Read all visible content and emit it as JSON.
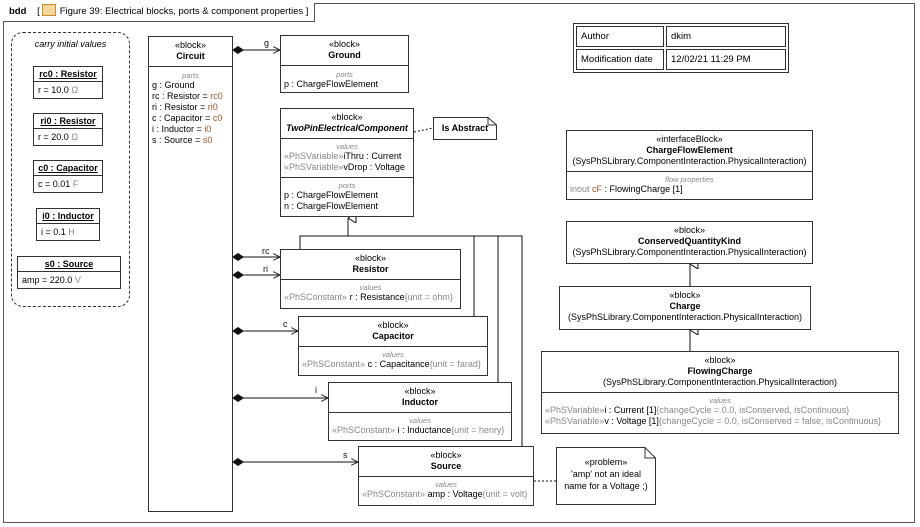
{
  "frame": {
    "kind": "bdd",
    "title": "Figure 39: Electrical blocks, ports & component properties"
  },
  "info_table": {
    "author_label": "Author",
    "author_value": "dkim",
    "date_label": "Modification date",
    "date_value": "12/02/21 11:29 PM"
  },
  "initial_values": {
    "title": "carry initial values",
    "instances": [
      {
        "name": "rc0 : Resistor",
        "prop": "r",
        "value": "10.0",
        "unit": "Ω"
      },
      {
        "name": "ri0 : Resistor",
        "prop": "r",
        "value": "20.0",
        "unit": "Ω"
      },
      {
        "name": "c0 : Capacitor",
        "prop": "c",
        "value": "0.01",
        "unit": "F"
      },
      {
        "name": "i0 : Inductor",
        "prop": "i",
        "value": "0.1",
        "unit": "H"
      },
      {
        "name": "s0 : Source",
        "prop": "amp",
        "value": "220.0",
        "unit": "V"
      }
    ]
  },
  "stereotypes": {
    "block": "«block»",
    "interface_block": "«interfaceBlock»",
    "problem": "«problem»",
    "phs_variable": "«PhSVariable»",
    "phs_constant": "«PhSConstant»"
  },
  "compartments": {
    "parts": "parts",
    "ports": "ports",
    "values": "values",
    "flow_properties": "flow properties"
  },
  "circuit": {
    "name": "Circuit",
    "parts": [
      {
        "name": "g",
        "type": "Ground",
        "init": ""
      },
      {
        "name": "rc",
        "type": "Resistor",
        "init": "rc0"
      },
      {
        "name": "ri",
        "type": "Resistor",
        "init": "ri0"
      },
      {
        "name": "c",
        "type": "Capacitor",
        "init": "c0"
      },
      {
        "name": "i",
        "type": "Inductor",
        "init": "i0"
      },
      {
        "name": "s",
        "type": "Source",
        "init": "s0"
      }
    ]
  },
  "ground": {
    "name": "Ground",
    "port": "p : ChargeFlowElement"
  },
  "two_pin": {
    "name": "TwoPinElectricalComponent",
    "values": [
      {
        "name": "iThru",
        "type": " : Current"
      },
      {
        "name": "vDrop",
        "type": " : Voltage"
      }
    ],
    "ports": [
      "p : ChargeFlowElement",
      "n : ChargeFlowElement"
    ],
    "abstract_note": "Is Abstract"
  },
  "resistor": {
    "name": "Resistor",
    "prop": "r",
    "type": " : Resistance",
    "tag": "{unit = ohm}"
  },
  "capacitor": {
    "name": "Capacitor",
    "prop": "c",
    "type": " : Capacitance",
    "tag": "{unit = farad}"
  },
  "inductor": {
    "name": "Inductor",
    "prop": "i",
    "type": " : Inductance",
    "tag": "{unit = henry}"
  },
  "source": {
    "name": "Source",
    "prop": "amp",
    "type": " : Voltage",
    "tag": "(unit = volt)"
  },
  "problem_note": {
    "line1": "'amp' not an ideal",
    "line2": "name for a Voltage ;)"
  },
  "association_labels": {
    "g": "g",
    "rc": "rc",
    "ri": "ri",
    "c": "c",
    "i": "i",
    "s": "s"
  },
  "charge_flow_element": {
    "name": "ChargeFlowElement",
    "qualifier": "(SysPhSLibrary.ComponentInteraction.PhysicalInteraction)",
    "flow_dir": "inout",
    "flow_name": "cF",
    "flow_type": " : FlowingCharge [1]"
  },
  "conserved_quantity_kind": {
    "name": "ConservedQuantityKind",
    "qualifier": "(SysPhSLibrary.ComponentInteraction.PhysicalInteraction)"
  },
  "charge": {
    "name": "Charge",
    "qualifier": "(SysPhSLibrary.ComponentInteraction.PhysicalInteraction)"
  },
  "flowing_charge": {
    "name": "FlowingCharge",
    "qualifier": "(SysPhSLibrary.ComponentInteraction.PhysicalInteraction)",
    "values": [
      {
        "name": "i",
        "type": " : Current [1]",
        "tag": "{changeCycle = 0.0, isConserved, isContinuous}"
      },
      {
        "name": "v",
        "type": " : Voltage [1]",
        "tag": "{changeCycle = 0.0, isConserved = false, isContinuous}"
      }
    ]
  }
}
